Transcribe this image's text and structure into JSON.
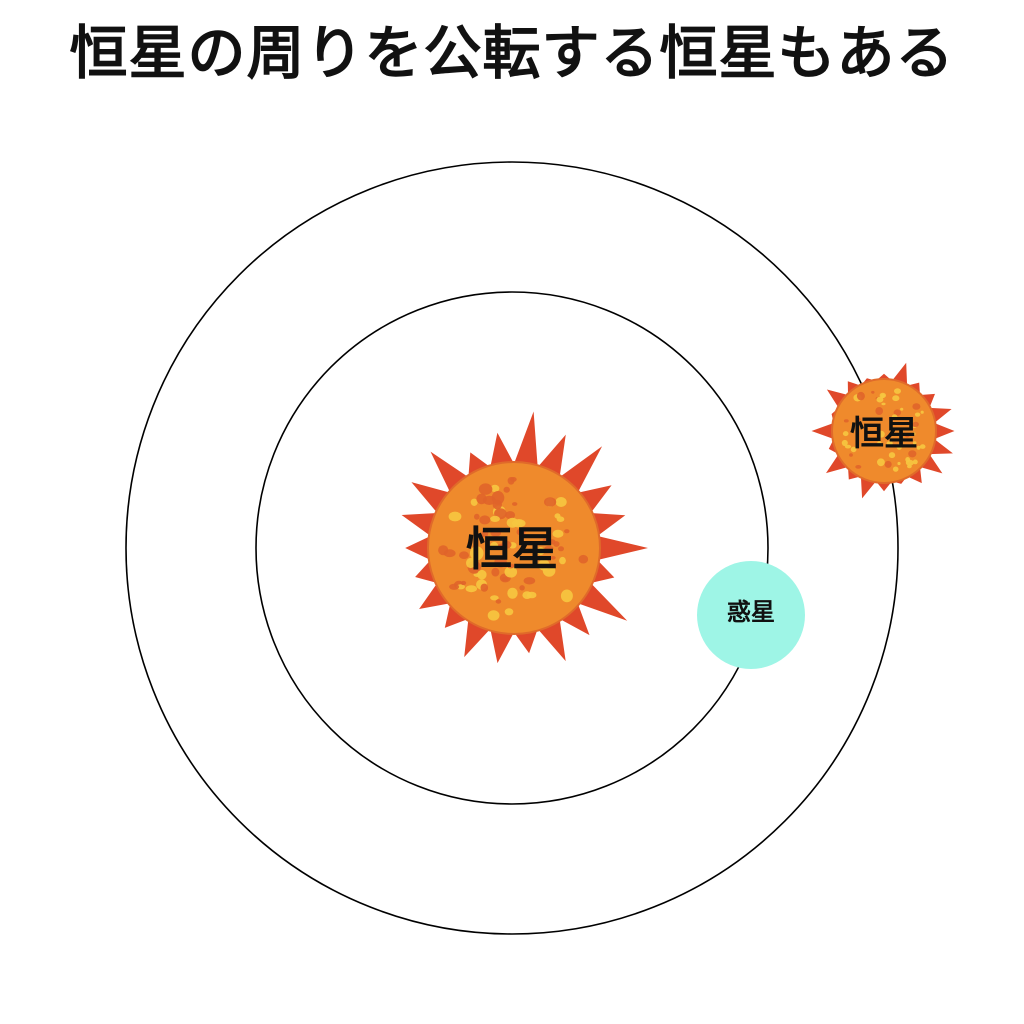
{
  "title": "恒星の周りを公転する恒星もある",
  "central_star": {
    "label": "恒星",
    "icon": "sun-icon"
  },
  "companion_star": {
    "label": "恒星",
    "icon": "sun-icon"
  },
  "planet": {
    "label": "惑星"
  },
  "colors": {
    "orbit": "#000000",
    "planet": "#9ef5e6",
    "star_flare": "#e0482a",
    "star_body": "#ef8a2c",
    "star_spots": "#f6c640",
    "star_spots_dark": "#e0642a"
  }
}
